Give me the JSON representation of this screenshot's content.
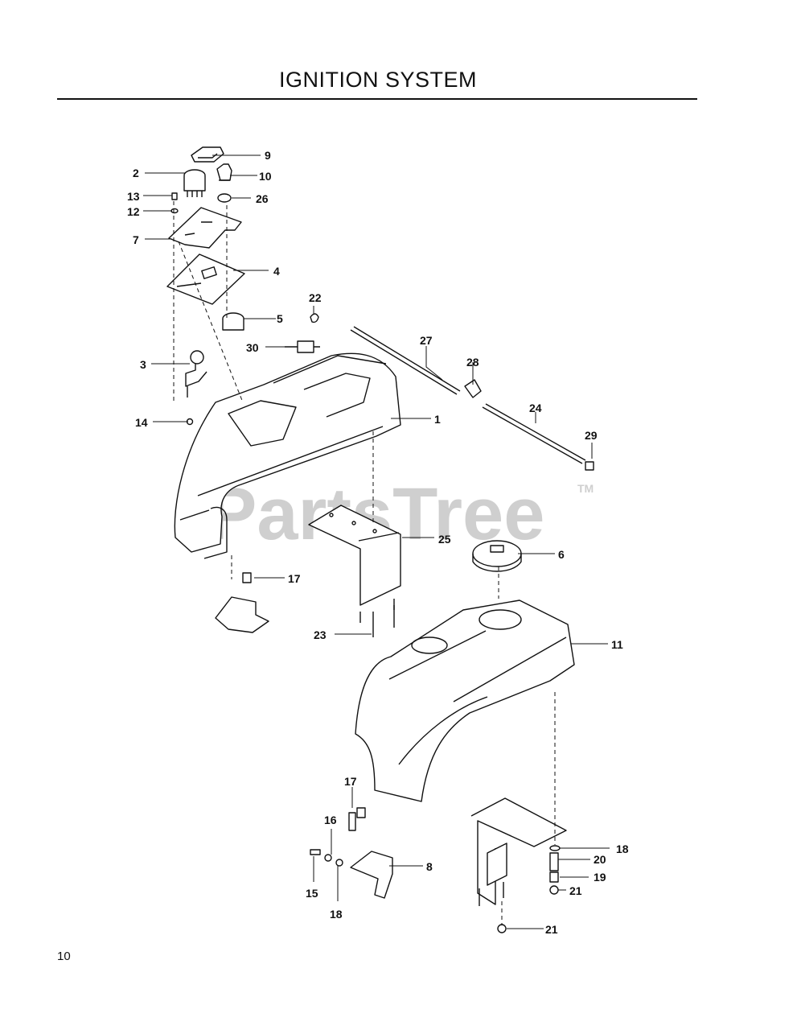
{
  "page": {
    "title": "IGNITION SYSTEM",
    "page_number": "10",
    "watermark": "PartsTree",
    "watermark_tm": "TM"
  },
  "callouts": {
    "c1": "1",
    "c2": "2",
    "c3": "3",
    "c4": "4",
    "c5": "5",
    "c6": "6",
    "c7": "7",
    "c8": "8",
    "c9": "9",
    "c10": "10",
    "c11": "11",
    "c12": "12",
    "c13": "13",
    "c14": "14",
    "c15": "15",
    "c16": "16",
    "c17a": "17",
    "c17b": "17",
    "c18a": "18",
    "c18b": "18",
    "c19": "19",
    "c20": "20",
    "c21a": "21",
    "c21b": "21",
    "c22": "22",
    "c23": "23",
    "c24": "24",
    "c25": "25",
    "c26": "26",
    "c27": "27",
    "c28": "28",
    "c29": "29",
    "c30": "30"
  }
}
